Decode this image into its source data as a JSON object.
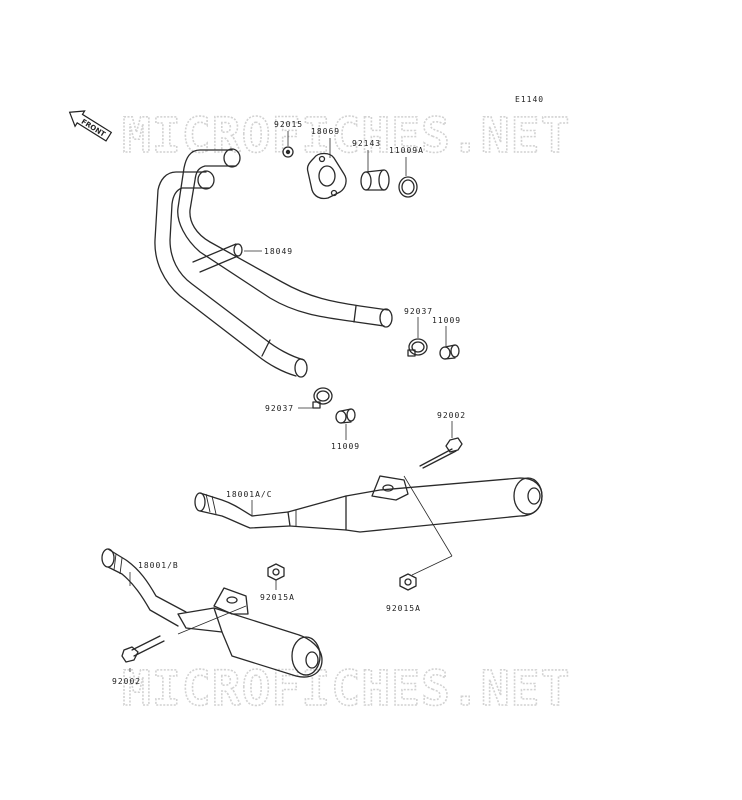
{
  "diagram": {
    "code": "E1140",
    "front_label": "FRONT",
    "watermark": "MICROFICHES.NET",
    "parts": [
      {
        "id": "92015",
        "label": "92015"
      },
      {
        "id": "18069",
        "label": "18069"
      },
      {
        "id": "92143",
        "label": "92143"
      },
      {
        "id": "11009a",
        "label": "11009A"
      },
      {
        "id": "18049",
        "label": "18049"
      },
      {
        "id": "92037_top",
        "label": "92037"
      },
      {
        "id": "11009_top",
        "label": "11009"
      },
      {
        "id": "92037_bottom",
        "label": "92037"
      },
      {
        "id": "11009_bottom",
        "label": "11009"
      },
      {
        "id": "92002_top",
        "label": "92002"
      },
      {
        "id": "18001ac",
        "label": "18001A/C"
      },
      {
        "id": "18001b",
        "label": "18001/B"
      },
      {
        "id": "92015a_left",
        "label": "92015A"
      },
      {
        "id": "92015a_right",
        "label": "92015A"
      },
      {
        "id": "92002_bottom",
        "label": "92002"
      }
    ]
  }
}
